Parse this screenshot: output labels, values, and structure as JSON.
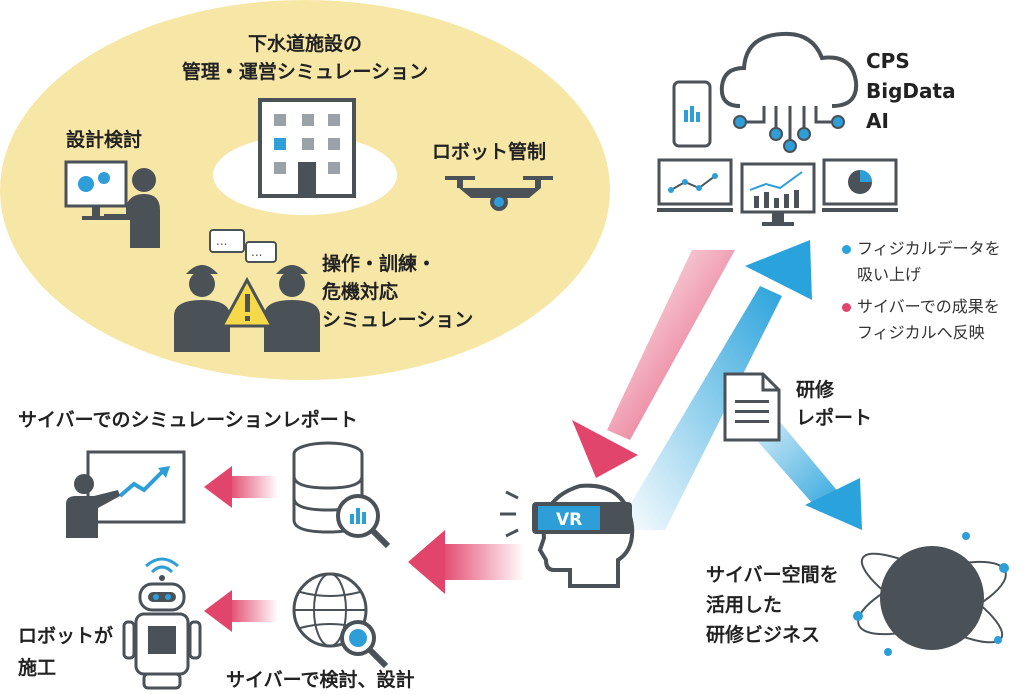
{
  "ellipse": {
    "title_line1": "下水道施設の",
    "title_line2": "管理・運営シミュレーション",
    "design": "設計検討",
    "robot_control": "ロボット管制",
    "training_line1": "操作・訓練・",
    "training_line2": "危機対応",
    "training_line3": "シミュレーション"
  },
  "cloud": {
    "line1": "CPS",
    "line2": "BigData",
    "line3": "AI"
  },
  "legend": {
    "item1_line1": "フィジカルデータを",
    "item1_line2": "吸い上げ",
    "item2_line1": "サイバーでの成果を",
    "item2_line2": "フィジカルへ反映",
    "color_blue": "#2aa3dc",
    "color_red": "#e2456c"
  },
  "report": {
    "line1": "研修",
    "line2": "レポート"
  },
  "vr": {
    "label": "VR"
  },
  "business": {
    "line1": "サイバー空間を",
    "line2": "活用した",
    "line3": "研修ビジネス"
  },
  "bottom_left": {
    "sim_report": "サイバーでのシミュレーションレポート",
    "robot_line1": "ロボットが",
    "robot_line2": "施工",
    "cyber_design": "サイバーで検討、設計"
  },
  "colors": {
    "ellipse_fill": "#f7e7a6",
    "icon_gray": "#4a5258",
    "accent_blue": "#2e9ed8",
    "arrow_red": "#e2456c",
    "arrow_blue": "#2aa3dc"
  }
}
